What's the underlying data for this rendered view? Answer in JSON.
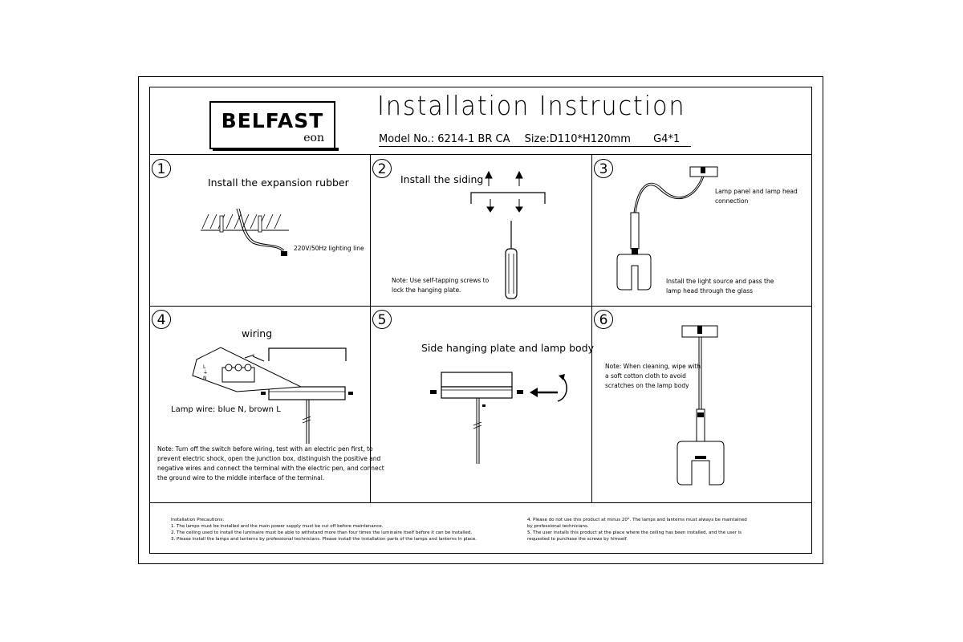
{
  "brand": {
    "name": "BELFAST",
    "sub": "eon"
  },
  "header": {
    "title": "Installation Instruction",
    "model": "Model No.:  6214-1 BR CA",
    "size": "Size:D110*H120mm",
    "bulb": "G4*1"
  },
  "steps": [
    {
      "num": "1",
      "title": "Install the expansion rubber",
      "label": "220V/50Hz lighting line"
    },
    {
      "num": "2",
      "title": "Install the siding",
      "note": [
        "Note: Use self-tapping screws to",
        "lock the hanging plate."
      ]
    },
    {
      "num": "3",
      "label_top": [
        "Lamp panel and lamp head",
        "connection"
      ],
      "label_bottom": [
        "Install the light source and pass the",
        "lamp head through the glass"
      ]
    },
    {
      "num": "4",
      "title": "wiring",
      "label": "Lamp wire: blue N, brown L",
      "note": [
        "Note: Turn off the switch before wiring, test with an electric pen first, to",
        "prevent electric shock, open the junction box, distinguish the positive and",
        "negative wires and connect the terminal with the electric pen, and connect",
        "the ground wire to the middle interface of the terminal."
      ]
    },
    {
      "num": "5",
      "title": "Side hanging plate and lamp body"
    },
    {
      "num": "6",
      "note": [
        "Note: When cleaning, wipe with",
        "a soft cotton cloth to avoid",
        "scratches on the lamp body"
      ]
    }
  ],
  "terminal_labels": [
    "L",
    "⏚",
    "N"
  ],
  "precautions": {
    "left": [
      "Installation Precautions:",
      "1. The lamps must be installed and the main power supply must be cut off before maintenance.",
      "2. The ceiling used to install the luminaire must be able to withstand more than four times the luminaire itself before it can be installed.",
      "3. Please install the lamps and lanterns by professional technicians. Please install the installation parts of the lamps and lanterns in place."
    ],
    "right": [
      "4. Please do not use this product at minus 20°. The lamps and lanterns must always be maintained",
      "by professional technicians.",
      "5. The user installs this product at the place where the ceiling has been installed, and the user is",
      "requested to purchase the screws by himself."
    ]
  }
}
